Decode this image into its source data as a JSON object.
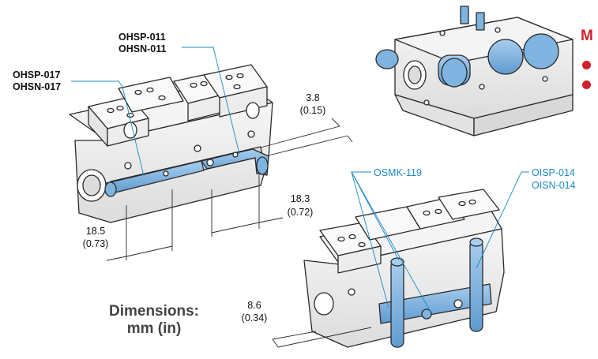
{
  "labels": {
    "ohsp017": "OHSP-017",
    "ohsn017": "OHSN-017",
    "ohsp011": "OHSP-011",
    "ohsn011": "OHSN-011",
    "osmk119": "OSMK-119",
    "oisp014": "OISP-014",
    "oisn014": "OISN-014"
  },
  "dimensions": {
    "d1_mm": "3.8",
    "d1_in": "(0.15)",
    "d2_mm": "18.3",
    "d2_in": "(0.72)",
    "d3_mm": "18.5",
    "d3_in": "(0.73)",
    "d4_mm": "8.6",
    "d4_in": "(0.34)"
  },
  "caption": {
    "line1": "Dimensions:",
    "line2": "mm (in)"
  },
  "header": {
    "letter": "M"
  },
  "colors": {
    "sensor_blue": "#7fb4e0",
    "label_blue": "#1e88c8",
    "accent_red": "#d0202a",
    "metal": "#f2f2f2",
    "outline": "#2a2a2a"
  }
}
